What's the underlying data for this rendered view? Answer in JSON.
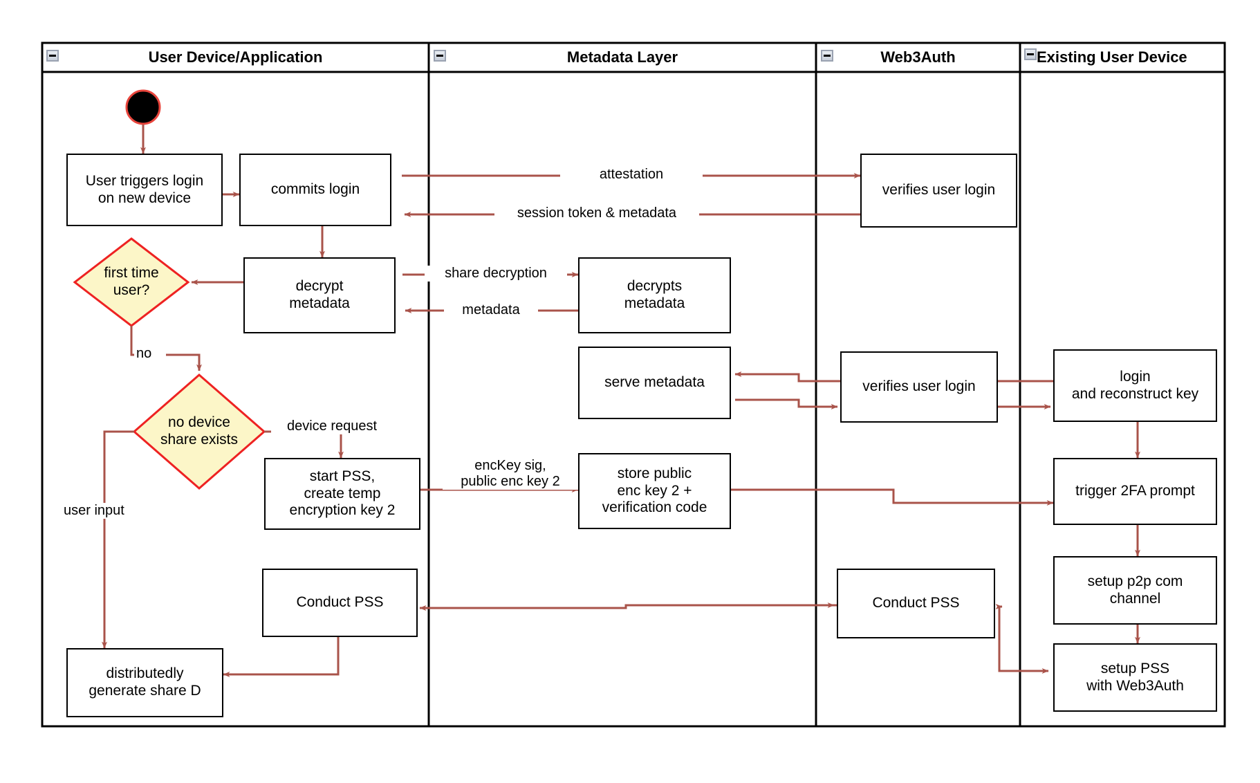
{
  "diagram": {
    "title": "Web3Auth new-device login activity diagram",
    "colors": {
      "edge": "#a9534a",
      "node_border": "#000000",
      "decision_border": "#ee2222",
      "decision_fill": "#fcf6c8",
      "start_fill": "#000000",
      "start_border": "#e8453c",
      "lane_border": "#000000",
      "background": "#ffffff"
    },
    "lanes": [
      {
        "id": "lane-user-device",
        "label": "User Device/Application",
        "collapse_icon": "minus-box-icon"
      },
      {
        "id": "lane-metadata",
        "label": "Metadata Layer",
        "collapse_icon": "minus-box-icon"
      },
      {
        "id": "lane-web3auth",
        "label": "Web3Auth",
        "collapse_icon": "minus-box-icon"
      },
      {
        "id": "lane-existing-device",
        "label": "Existing User Device",
        "collapse_icon": "minus-box-icon"
      }
    ],
    "nodes": [
      {
        "id": "start",
        "type": "start",
        "lane": "lane-user-device",
        "label": ""
      },
      {
        "id": "user-triggers-login",
        "type": "action",
        "lane": "lane-user-device",
        "label": "User triggers login\non new device"
      },
      {
        "id": "commits-login",
        "type": "action",
        "lane": "lane-user-device",
        "label": "commits login"
      },
      {
        "id": "decrypt-metadata",
        "type": "action",
        "lane": "lane-user-device",
        "label": "decrypt\nmetadata"
      },
      {
        "id": "first-time-user",
        "type": "decision",
        "lane": "lane-user-device",
        "label": "first time\nuser?"
      },
      {
        "id": "no-device-share-exists",
        "type": "decision",
        "lane": "lane-user-device",
        "label": "no device\nshare exists"
      },
      {
        "id": "start-pss-create-temp-key",
        "type": "action",
        "lane": "lane-user-device",
        "label": "start PSS,\ncreate temp\nencryption key 2"
      },
      {
        "id": "conduct-pss-user",
        "type": "action",
        "lane": "lane-user-device",
        "label": "Conduct PSS"
      },
      {
        "id": "distributedly-generate-share-d",
        "type": "action",
        "lane": "lane-user-device",
        "label": "distributedly\ngenerate share D"
      },
      {
        "id": "decrypts-metadata",
        "type": "action",
        "lane": "lane-metadata",
        "label": "decrypts\nmetadata"
      },
      {
        "id": "serve-metadata",
        "type": "action",
        "lane": "lane-metadata",
        "label": "serve metadata"
      },
      {
        "id": "store-public-enc-key-2",
        "type": "action",
        "lane": "lane-metadata",
        "label": "store public\nenc key 2 +\nverification code"
      },
      {
        "id": "verifies-user-login-top",
        "type": "action",
        "lane": "lane-web3auth",
        "label": "verifies user login"
      },
      {
        "id": "verifies-user-login-mid",
        "type": "action",
        "lane": "lane-web3auth",
        "label": "verifies user login"
      },
      {
        "id": "conduct-pss-web3auth",
        "type": "action",
        "lane": "lane-web3auth",
        "label": "Conduct PSS"
      },
      {
        "id": "login-and-reconstruct-key",
        "type": "action",
        "lane": "lane-existing-device",
        "label": "login\nand reconstruct key"
      },
      {
        "id": "trigger-2fa-prompt",
        "type": "action",
        "lane": "lane-existing-device",
        "label": "trigger 2FA prompt"
      },
      {
        "id": "setup-p2p-com-channel",
        "type": "action",
        "lane": "lane-existing-device",
        "label": "setup p2p com\nchannel"
      },
      {
        "id": "setup-pss-with-web3auth",
        "type": "action",
        "lane": "lane-existing-device",
        "label": "setup PSS\nwith Web3Auth"
      }
    ],
    "edge_labels": [
      {
        "id": "attestation",
        "text": "attestation"
      },
      {
        "id": "session-token-metadata",
        "text": "session token & metadata"
      },
      {
        "id": "share-decryption",
        "text": "share decryption"
      },
      {
        "id": "metadata",
        "text": "metadata"
      },
      {
        "id": "no",
        "text": "no"
      },
      {
        "id": "device-request",
        "text": "device request"
      },
      {
        "id": "user-input",
        "text": "user input"
      },
      {
        "id": "enckey-sig-public-enc-key-2",
        "text": "encKey sig,\npublic enc key 2"
      }
    ]
  }
}
